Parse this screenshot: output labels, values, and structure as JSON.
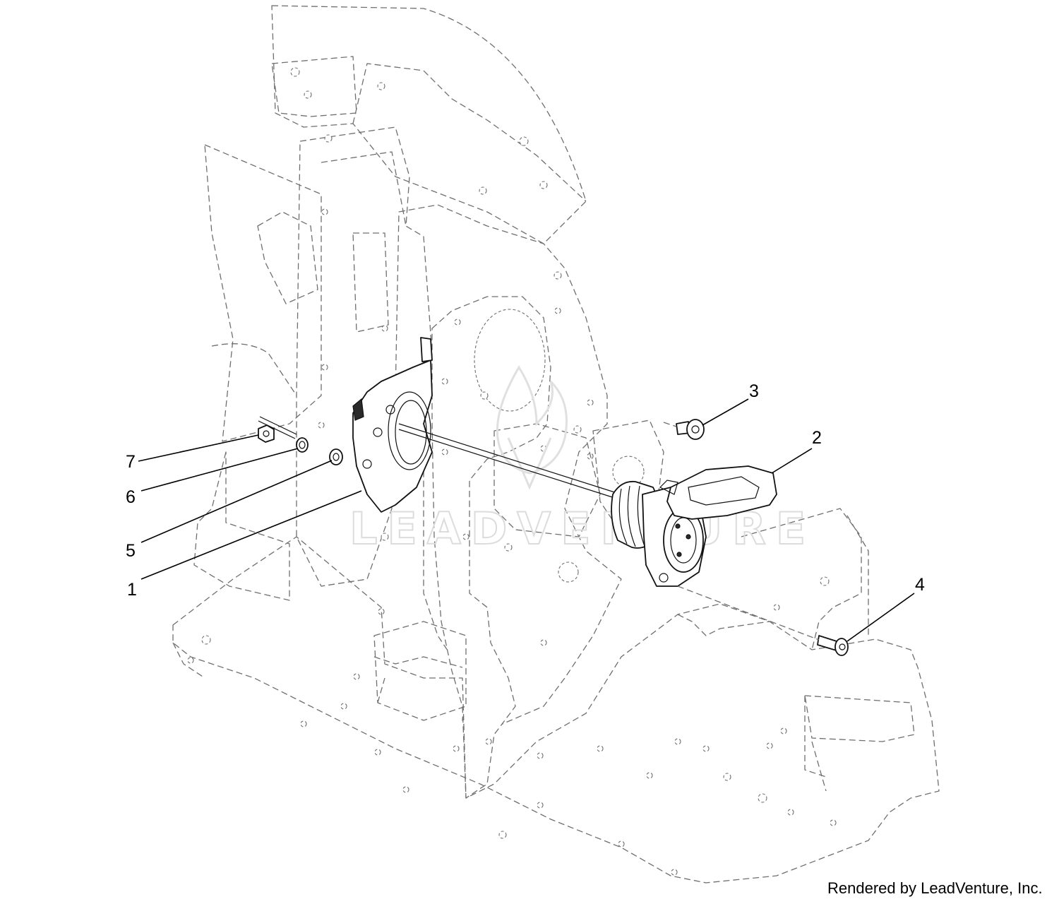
{
  "diagram": {
    "callouts": [
      {
        "id": "1",
        "label": "1"
      },
      {
        "id": "2",
        "label": "2"
      },
      {
        "id": "3",
        "label": "3"
      },
      {
        "id": "4",
        "label": "4"
      },
      {
        "id": "5",
        "label": "5"
      },
      {
        "id": "6",
        "label": "6"
      },
      {
        "id": "7",
        "label": "7"
      }
    ],
    "watermark": "LEADVENTURE",
    "credit": "Rendered by LeadVenture, Inc."
  }
}
